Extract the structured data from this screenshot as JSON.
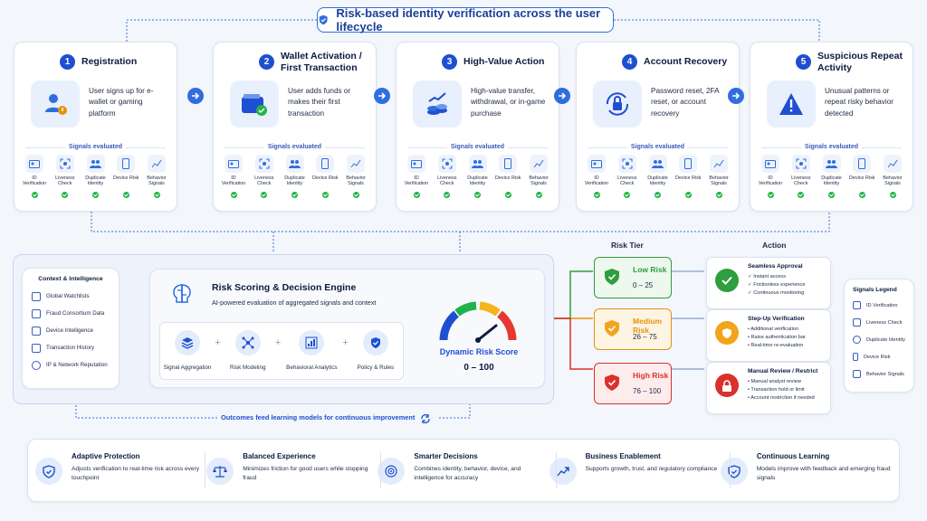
{
  "header": {
    "title": "Risk-based identity verification across the user lifecycle"
  },
  "signals_label": "Signals evaluated",
  "stages": [
    {
      "num": "1",
      "title": "Registration",
      "desc": "User signs up for e-wallet or gaming platform",
      "icon": "user-id-icon",
      "signals": [
        "ID Verification",
        "Liveness Check",
        "Duplicate Identity",
        "Device Risk",
        "Behavior Signals"
      ]
    },
    {
      "num": "2",
      "title": "Wallet Activation / First Transaction",
      "desc": "User adds funds or makes their first transaction",
      "icon": "wallet-icon",
      "signals": [
        "ID Verification",
        "Liveness Check",
        "Duplicate Identity",
        "Device Risk",
        "Behavior Signals"
      ]
    },
    {
      "num": "3",
      "title": "High-Value Action",
      "desc": "High-value transfer, withdrawal, or in-game purchase",
      "icon": "coins-trend-icon",
      "signals": [
        "ID Verification",
        "Liveness Check",
        "Duplicate Identity",
        "Device Risk",
        "Behavior Signals"
      ]
    },
    {
      "num": "4",
      "title": "Account Recovery",
      "desc": "Password reset, 2FA reset, or account recovery",
      "icon": "lock-refresh-icon",
      "signals": [
        "ID Verification",
        "Liveness Check",
        "Duplicate Identity",
        "Device Risk",
        "Behavior Signals"
      ]
    },
    {
      "num": "5",
      "title": "Suspicious Repeat Activity",
      "desc": "Unusual patterns or repeat risky behavior detected",
      "icon": "warning-icon",
      "signals": [
        "ID Verification",
        "Liveness Check",
        "Duplicate Identity",
        "Device Risk",
        "Behavior Signals"
      ]
    }
  ],
  "context": {
    "title": "Context & Intelligence",
    "items": [
      "Global Watchlists",
      "Fraud Consortium Data",
      "Device Intelligence",
      "Transaction History",
      "IP & Network Reputation"
    ]
  },
  "engine": {
    "title": "Risk Scoring & Decision Engine",
    "subtitle": "AI-powered evaluation of aggregated signals and context",
    "components": [
      "Signal Aggregation",
      "Risk Modeling",
      "Behavioral Analytics",
      "Policy & Rules"
    ],
    "score_label": "Dynamic Risk Score",
    "score_range": "0 – 100"
  },
  "feedback_label": "Outcomes feed learning models for continuous improvement",
  "risk_tier_heading": "Risk Tier",
  "action_heading": "Action",
  "tiers": [
    {
      "name": "Low Risk",
      "range": "0 – 25",
      "color": "#2e9e3e"
    },
    {
      "name": "Medium Risk",
      "range": "26 – 75",
      "color": "#e8920c"
    },
    {
      "name": "High Risk",
      "range": "76 – 100",
      "color": "#d9312b"
    }
  ],
  "actions": [
    {
      "title": "Seamless Approval",
      "items": [
        "✓ Instant access",
        "✓ Frictionless experience",
        "✓ Continuous monitoring"
      ]
    },
    {
      "title": "Step-Up Verification",
      "items": [
        "• Additional verification",
        "• Raise authentication bar",
        "• Real-time re-evaluation"
      ]
    },
    {
      "title": "Manual Review / Restrict",
      "items": [
        "• Manual analyst review",
        "• Transaction hold or limit",
        "• Account restriction if needed"
      ]
    }
  ],
  "legend": {
    "title": "Signals Legend",
    "items": [
      "ID Verification",
      "Liveness Check",
      "Duplicate Identity",
      "Device Risk",
      "Behavior Signals"
    ]
  },
  "benefits": [
    {
      "title": "Adaptive Protection",
      "desc": "Adjusts verification to real-time risk across every touchpoint"
    },
    {
      "title": "Balanced Experience",
      "desc": "Minimizes friction for good users while stopping fraud"
    },
    {
      "title": "Smarter Decisions",
      "desc": "Combines identity, behavior, device, and intelligence for accuracy"
    },
    {
      "title": "Business Enablement",
      "desc": "Supports growth, trust, and regulatory compliance"
    },
    {
      "title": "Continuous Learning",
      "desc": "Models improve with feedback and emerging fraud signals"
    }
  ]
}
